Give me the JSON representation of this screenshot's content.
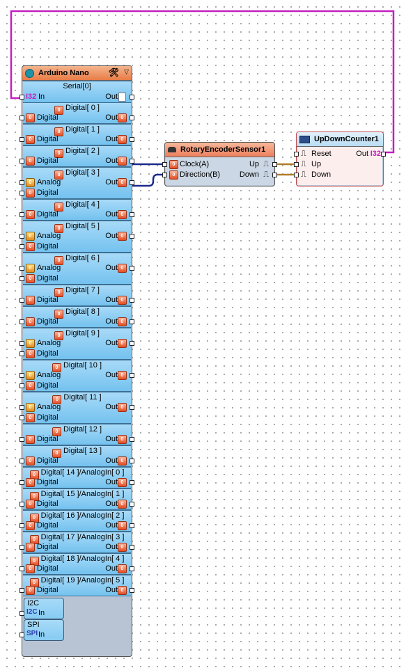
{
  "arduino": {
    "title": "Arduino Nano",
    "serial": {
      "header": "Serial[0]",
      "in_label": "In",
      "in_type": "I32",
      "out_label": "Out"
    },
    "pins": [
      {
        "header": "Digital[ 0 ]",
        "rows": [
          "Digital"
        ],
        "out_label": "Out"
      },
      {
        "header": "Digital[ 1 ]",
        "rows": [
          "Digital"
        ],
        "out_label": "Out"
      },
      {
        "header": "Digital[ 2 ]",
        "rows": [
          "Digital"
        ],
        "out_label": "Out"
      },
      {
        "header": "Digital[ 3 ]",
        "rows": [
          "Analog",
          "Digital"
        ],
        "out_label": "Out"
      },
      {
        "header": "Digital[ 4 ]",
        "rows": [
          "Digital"
        ],
        "out_label": "Out"
      },
      {
        "header": "Digital[ 5 ]",
        "rows": [
          "Analog",
          "Digital"
        ],
        "out_label": "Out"
      },
      {
        "header": "Digital[ 6 ]",
        "rows": [
          "Analog",
          "Digital"
        ],
        "out_label": "Out"
      },
      {
        "header": "Digital[ 7 ]",
        "rows": [
          "Digital"
        ],
        "out_label": "Out"
      },
      {
        "header": "Digital[ 8 ]",
        "rows": [
          "Digital"
        ],
        "out_label": "Out"
      },
      {
        "header": "Digital[ 9 ]",
        "rows": [
          "Analog",
          "Digital"
        ],
        "out_label": "Out"
      },
      {
        "header": "Digital[ 10 ]",
        "rows": [
          "Analog",
          "Digital"
        ],
        "out_label": "Out"
      },
      {
        "header": "Digital[ 11 ]",
        "rows": [
          "Analog",
          "Digital"
        ],
        "out_label": "Out"
      },
      {
        "header": "Digital[ 12 ]",
        "rows": [
          "Digital"
        ],
        "out_label": "Out"
      },
      {
        "header": "Digital[ 13 ]",
        "rows": [
          "Digital"
        ],
        "out_label": "Out"
      },
      {
        "header": "Digital[ 14 ]/AnalogIn[ 0 ]",
        "rows": [
          "Digital"
        ],
        "out_label": "Out"
      },
      {
        "header": "Digital[ 15 ]/AnalogIn[ 1 ]",
        "rows": [
          "Digital"
        ],
        "out_label": "Out"
      },
      {
        "header": "Digital[ 16 ]/AnalogIn[ 2 ]",
        "rows": [
          "Digital"
        ],
        "out_label": "Out"
      },
      {
        "header": "Digital[ 17 ]/AnalogIn[ 3 ]",
        "rows": [
          "Digital"
        ],
        "out_label": "Out"
      },
      {
        "header": "Digital[ 18 ]/AnalogIn[ 4 ]",
        "rows": [
          "Digital"
        ],
        "out_label": "Out"
      },
      {
        "header": "Digital[ 19 ]/AnalogIn[ 5 ]",
        "rows": [
          "Digital"
        ],
        "out_label": "Out"
      }
    ],
    "i2c": {
      "header": "I2C",
      "in_label": "In",
      "icon_text": "I2C"
    },
    "spi": {
      "header": "SPI",
      "in_label": "In",
      "icon_text": "SPI"
    }
  },
  "encoder": {
    "title": "RotaryEncoderSensor1",
    "inputs": [
      "Clock(A)",
      "Direction(B)"
    ],
    "outputs": [
      "Up",
      "Down"
    ]
  },
  "counter": {
    "title": "UpDownCounter1",
    "inputs": [
      "Reset",
      "Up",
      "Down"
    ],
    "output": "Out",
    "output_type": "I32"
  },
  "icons": {
    "clock_wave": "⎍",
    "digital_pin": "0",
    "tools": "🛠",
    "dropdown": "▽"
  },
  "colors": {
    "wire_digital": "#1c2a8c",
    "wire_clock": "#b07a2a",
    "wire_integer": "#c21fbf",
    "pin_section": "#86ccf2",
    "title_orange": "#e87c46"
  }
}
